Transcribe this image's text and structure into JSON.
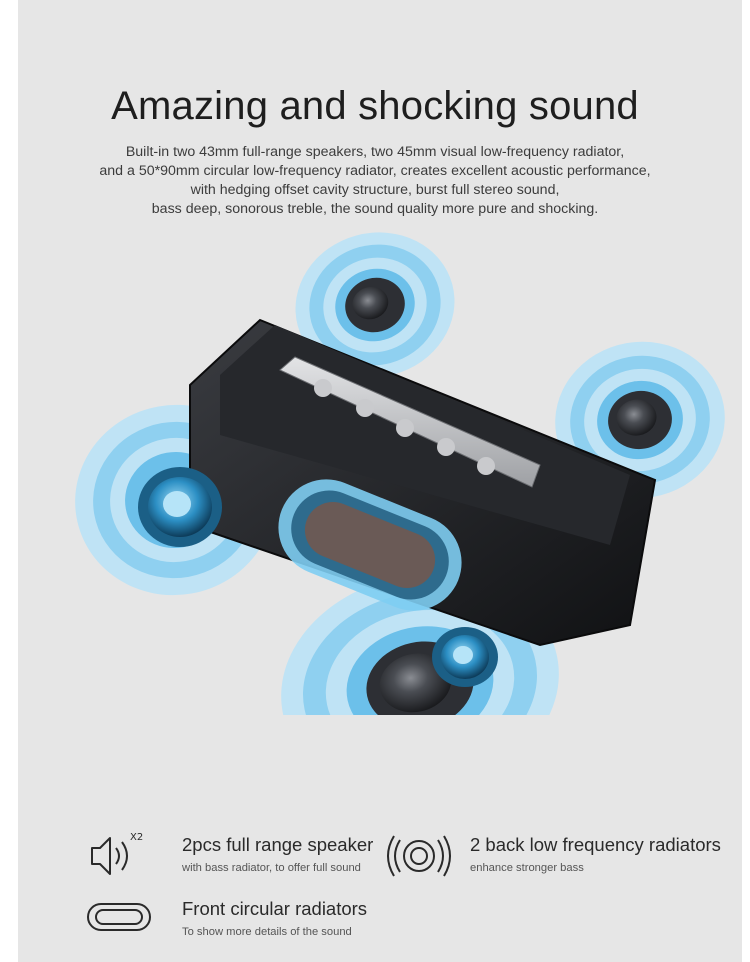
{
  "headline": "Amazing and shocking sound",
  "description": [
    "Built-in two 43mm full-range speakers, two 45mm visual low-frequency radiator,",
    "and a 50*90mm circular low-frequency radiator, creates excellent acoustic performance,",
    "with hedging offset cavity structure, burst full stereo sound,",
    "bass deep, sonorous treble, the sound quality more pure and shocking."
  ],
  "features": [
    {
      "title": "2pcs full range speaker",
      "subtitle": "with bass radiator, to offer full sound",
      "icon": "speaker-x2-icon",
      "badge": "X2"
    },
    {
      "title": "2 back low frequency radiators",
      "subtitle": "enhance stronger bass",
      "icon": "concentric-rings-icon"
    },
    {
      "title": "Front circular radiators",
      "subtitle": "To show more details of the sound",
      "icon": "oval-radiator-icon"
    }
  ],
  "colors": {
    "accent_blue": "#5fb9e6",
    "background": "#e6e6e6",
    "speaker_body": "#1c1d20"
  }
}
